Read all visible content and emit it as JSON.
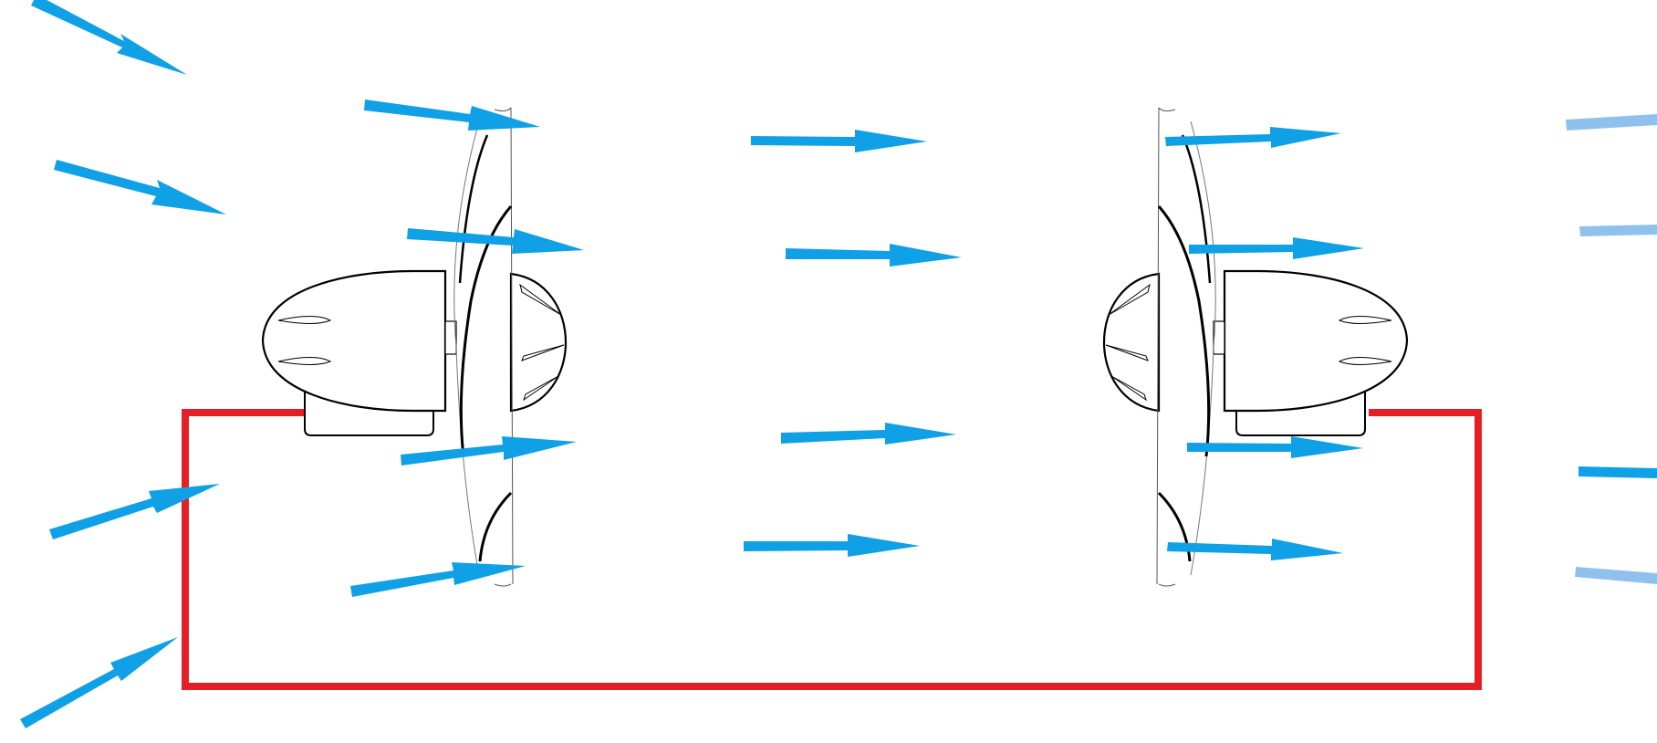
{
  "diagram": {
    "colors": {
      "flow": "#0fa0e6",
      "flow_faded": "#90c0ec",
      "connection": "#e51f26",
      "outline": "#000000",
      "background": "#ffffff"
    },
    "components": [
      {
        "kind": "turbine",
        "facing": "right"
      },
      {
        "kind": "turbine",
        "facing": "left"
      },
      {
        "kind": "connection-loop"
      }
    ],
    "icons": [
      "flow-arrow-icon",
      "propeller-blade-icon",
      "nacelle-icon",
      "hub-icon",
      "generator-housing-icon"
    ]
  }
}
